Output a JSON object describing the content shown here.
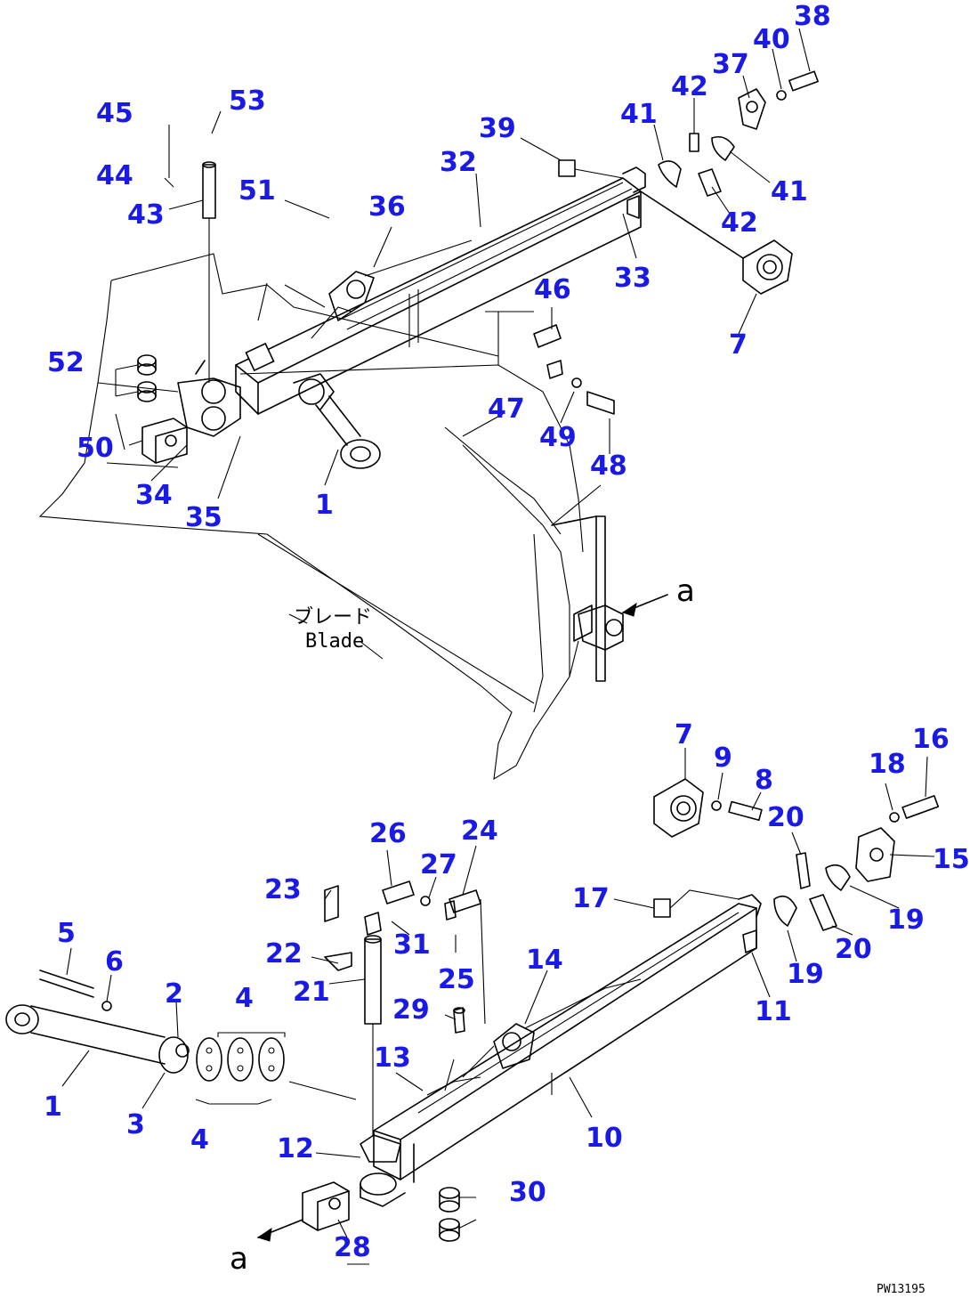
{
  "callouts": {
    "c38": "38",
    "c40": "40",
    "c37": "37",
    "c42a": "42",
    "c41a": "41",
    "c41b": "41",
    "c42b": "42",
    "c39": "39",
    "c32": "32",
    "c45": "45",
    "c53": "53",
    "c44": "44",
    "c43": "43",
    "c51": "51",
    "c36": "36",
    "c33": "33",
    "c46": "46",
    "c7a": "7",
    "c52": "52",
    "c47": "47",
    "c49": "49",
    "c48": "48",
    "c50": "50",
    "c34": "34",
    "c35": "35",
    "c1a": "1",
    "c7b": "7",
    "c9": "9",
    "c8": "8",
    "c16": "16",
    "c18": "18",
    "c26": "26",
    "c24": "24",
    "c20a": "20",
    "c15": "15",
    "c27": "27",
    "c23": "23",
    "c17": "17",
    "c19a": "19",
    "c31": "31",
    "c5": "5",
    "c22": "22",
    "c14": "14",
    "c20b": "20",
    "c6": "6",
    "c2": "2",
    "c4a": "4",
    "c25": "25",
    "c21": "21",
    "c19b": "19",
    "c11": "11",
    "c29": "29",
    "c13": "13",
    "c1b": "1",
    "c3": "3",
    "c10": "10",
    "c4b": "4",
    "c12": "12",
    "c30": "30",
    "c28": "28"
  },
  "labels": {
    "blade_jp": "ブレード",
    "blade_en": "Blade",
    "ref_a_top": "a",
    "ref_a_bottom": "a",
    "drawing_code": "PW13195"
  }
}
